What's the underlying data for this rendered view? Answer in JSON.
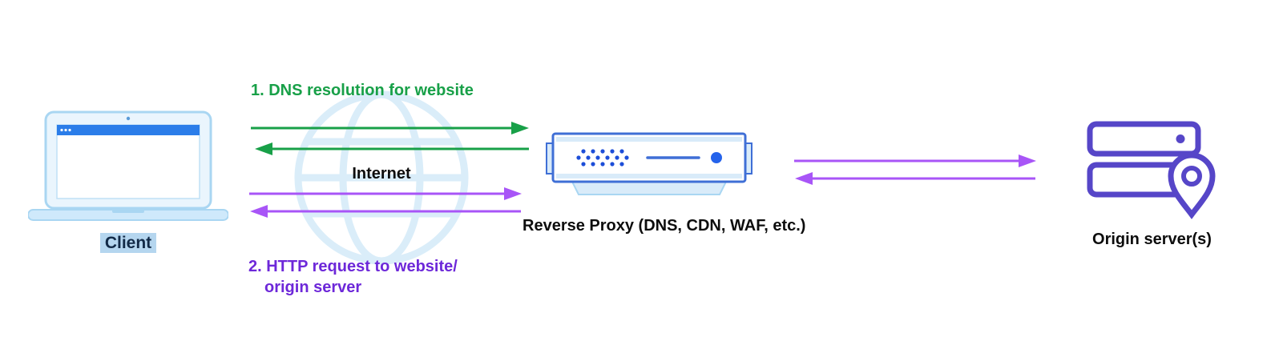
{
  "labels": {
    "client": "Client",
    "internet": "Internet",
    "reverse_proxy": "Reverse Proxy (DNS, CDN, WAF, etc.)",
    "origin_servers": "Origin server(s)"
  },
  "annotations": {
    "dns_step": "1. DNS resolution for website",
    "http_step_line1": "2. HTTP request to website/",
    "http_step_line2": "origin server"
  },
  "colors": {
    "dns_green": "#18a048",
    "http_purple_text": "#6d28d9",
    "arrow_purple": "#a855f7",
    "device_blue": "#3f6fd6",
    "device_dot_blue": "#1d4ed8",
    "device_circle_blue": "#2563eb",
    "device_fill_blue": "#d9ebf9",
    "laptop_bar_blue": "#2b7de9",
    "laptop_body_blue": "#cfe9fb",
    "laptop_stroke_blue": "#a9d6f2",
    "globe_blue": "#daedf9",
    "origin_indigo": "#5646c8",
    "client_highlight": "#b5d6ef",
    "text_dark": "#0d0d0d"
  }
}
